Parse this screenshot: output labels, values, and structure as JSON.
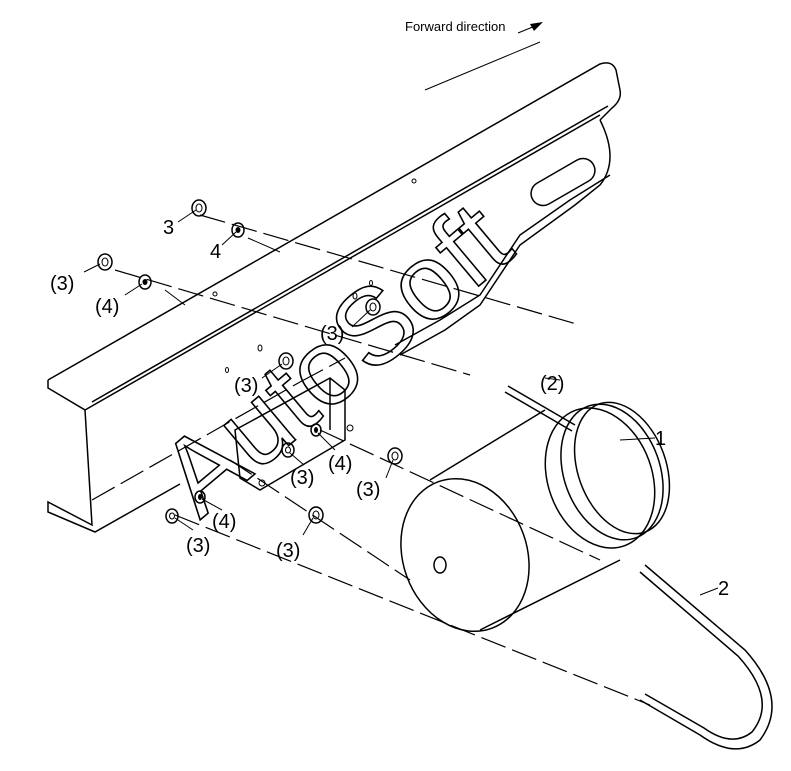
{
  "direction_label": "Forward direction",
  "watermark": "AutoSoft",
  "callouts": {
    "c1": "1",
    "c2": "2",
    "c2p": "(2)",
    "c3": "3",
    "c3p": "(3)",
    "c4": "4",
    "c4p": "(4)"
  }
}
